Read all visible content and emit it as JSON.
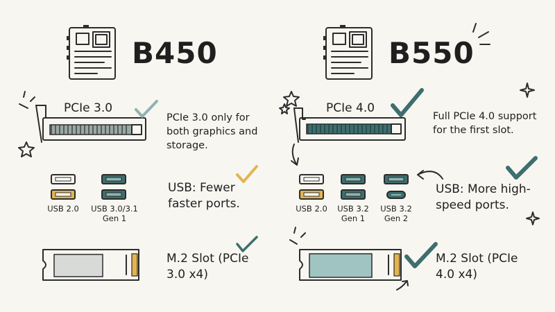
{
  "colors": {
    "teal": "#3e6e6e",
    "teal_light": "#8fb3b1",
    "gold": "#e2b451",
    "ink": "#2c2c2c",
    "paper": "#f8f6f1"
  },
  "left": {
    "title": "B450",
    "pcie_label": "PCIe 3.0",
    "pcie_desc": "PCIe 3.0 only for both graphics and storage.",
    "usb_desc": "USB: Fewer faster ports.",
    "usb_ports": [
      {
        "label": "USB 2.0",
        "color": "gold"
      },
      {
        "label": "USB 3.0/3.1 Gen 1",
        "color": "teal"
      }
    ],
    "m2_desc": "M.2 Slot (PCIe 3.0 x4)"
  },
  "right": {
    "title": "B550",
    "pcie_label": "PCIe 4.0",
    "pcie_desc": "Full PCIe 4.0 support for the first slot.",
    "usb_desc": "USB: More high-speed ports.",
    "usb_ports": [
      {
        "label": "USB 2.0",
        "color": "gold"
      },
      {
        "label": "USB 3.2 Gen 1",
        "color": "teal"
      },
      {
        "label": "USB 3.2 Gen 2",
        "color": "teal"
      }
    ],
    "m2_desc": "M.2 Slot (PCIe 4.0 x4)"
  },
  "icons": [
    "motherboard-icon",
    "pcie-slot-icon",
    "usb-port-icon",
    "m2-ssd-icon",
    "checkmark-icon",
    "sparkle-icon",
    "arrow-icon"
  ]
}
